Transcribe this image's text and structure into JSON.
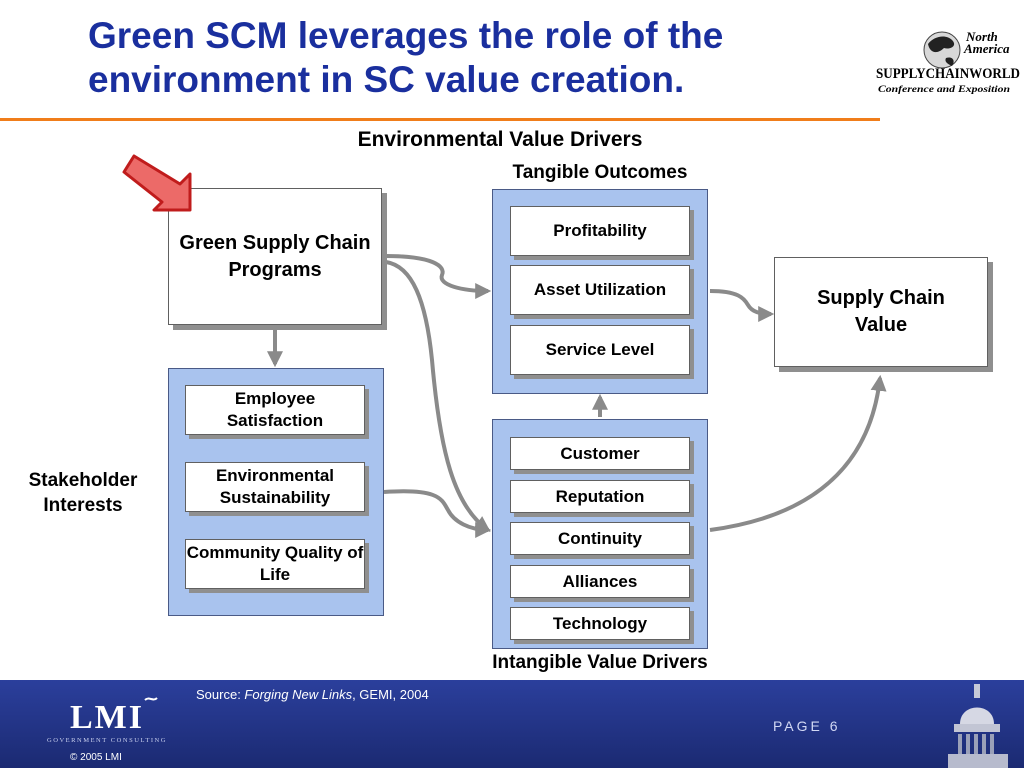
{
  "title": "Green SCM leverages the role of the environment in SC value creation.",
  "logo": {
    "north": "North",
    "america": "America",
    "name": "SUPPLYCHAINWORLD",
    "subtitle": "Conference and Exposition"
  },
  "diagram": {
    "heading": "Environmental Value Drivers",
    "tangible_label": "Tangible Outcomes",
    "intangible_label": "Intangible Value Drivers",
    "stakeholder_label": "Stakeholder Interests",
    "programs": "Green Supply Chain Programs",
    "value": "Supply Chain Value",
    "tangible_items": [
      "Profitability",
      "Asset Utilization",
      "Service Level"
    ],
    "stakeholder_items": [
      "Employee Satisfaction",
      "Environmental Sustainability",
      "Community Quality of Life"
    ],
    "intangible_items": [
      "Customer",
      "Reputation",
      "Continuity",
      "Alliances",
      "Technology"
    ]
  },
  "footer": {
    "source_prefix": "Source: ",
    "source_title": "Forging New Links",
    "source_suffix": ", GEMI, 2004",
    "page": "PAGE 6",
    "lmi": "LMI",
    "lmi_sub": "GOVERNMENT CONSULTING",
    "copyright": "© 2005 LMI"
  },
  "colors": {
    "title": "#1a2f9e",
    "rule": "#f07d1a",
    "panel": "#a9c3ee",
    "connector": "#8a8a8a",
    "pointer": "#e2413f",
    "footer": "#1e2e7e"
  }
}
